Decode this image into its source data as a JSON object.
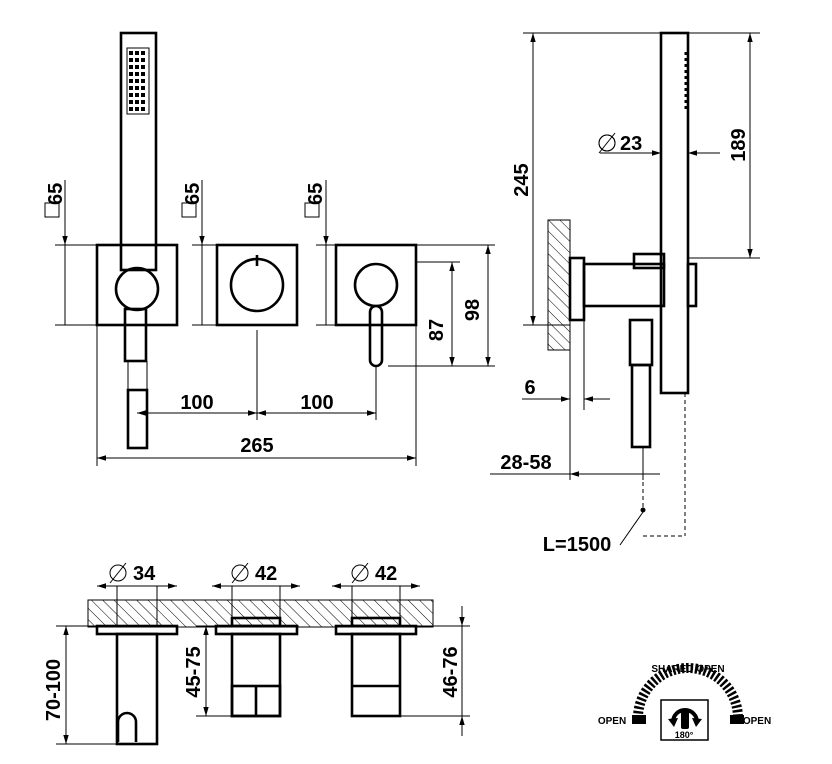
{
  "front_view": {
    "square_labels": [
      "65",
      "65",
      "65"
    ],
    "spacing_left": "100",
    "spacing_right": "100",
    "overall_width": "265",
    "height_87": "87",
    "height_98": "98"
  },
  "side_view": {
    "height_245": "245",
    "height_189": "189",
    "diameter_23": "23",
    "projection_6": "6",
    "depth_range": "28-58",
    "hose_length": "L=1500"
  },
  "section_view": {
    "dia_34": "34",
    "dia_42a": "42",
    "dia_42b": "42",
    "range_70_100": "70-100",
    "range_45_75": "45-75",
    "range_46_76": "46-76"
  },
  "diverter": {
    "shared_open": "SHARED OPEN",
    "open_left": "OPEN",
    "open_right": "OPEN",
    "rotation": "180°"
  }
}
